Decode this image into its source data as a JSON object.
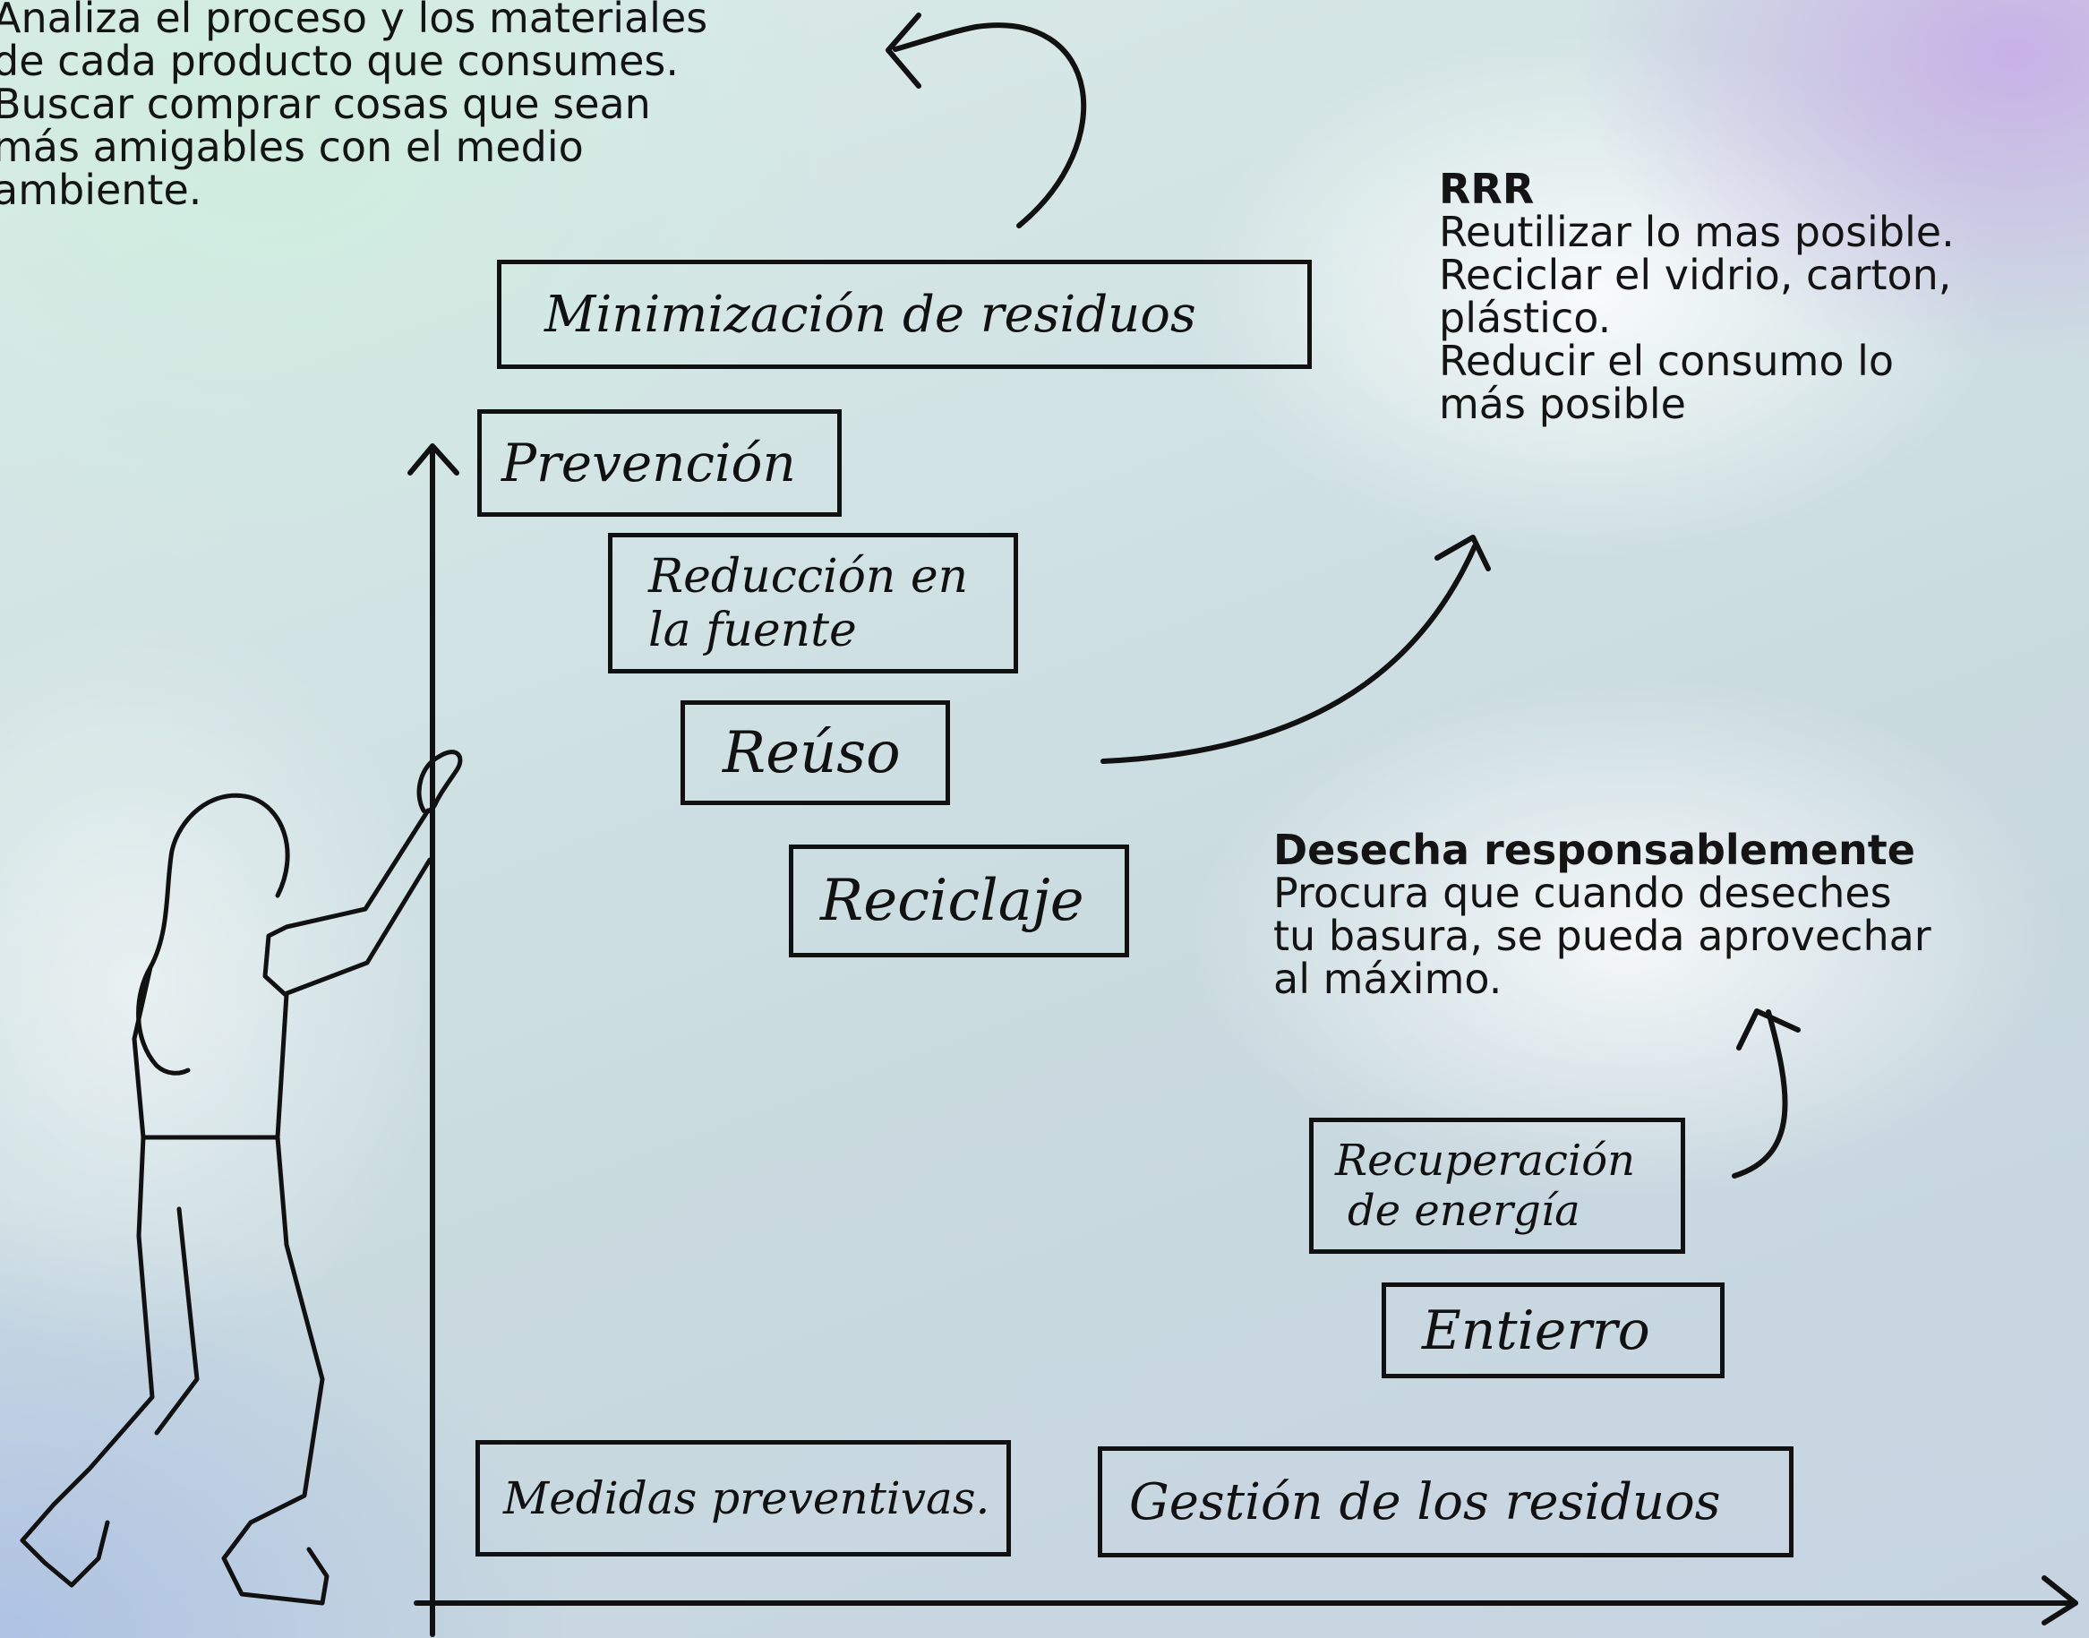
{
  "notes": {
    "top_left": {
      "body": "Analiza el proceso y los materiales\nde cada producto que consumes.\nBuscar comprar cosas que sean\nmás amigables con el medio\nambiente."
    },
    "rrr": {
      "title": "RRR",
      "body": "Reutilizar lo mas posible.\nReciclar el vidrio, carton,\nplástico.\nReducir el consumo lo\nmás posible"
    },
    "desecha": {
      "title": "Desecha responsablemente",
      "body": "Procura que cuando deseches\ntu basura, se pueda aprovechar\nal máximo."
    }
  },
  "boxes": {
    "minimizacion": "Minimización de residuos",
    "prevencion": "Prevención",
    "reduccion_1": "Reducción en",
    "reduccion_2": "la fuente",
    "reuso": "Reúso",
    "reciclaje": "Reciclaje",
    "recuperacion_1": "Recuperación",
    "recuperacion_2": "de energía",
    "entierro": "Entierro",
    "medidas": "Medidas preventivas.",
    "gestion": "Gestión de los residuos"
  },
  "colors": {
    "ink": "#111111",
    "background_top": "#dbece8",
    "background_bottom": "#c6d4e2",
    "accent_purple": "#c4a0e6"
  }
}
